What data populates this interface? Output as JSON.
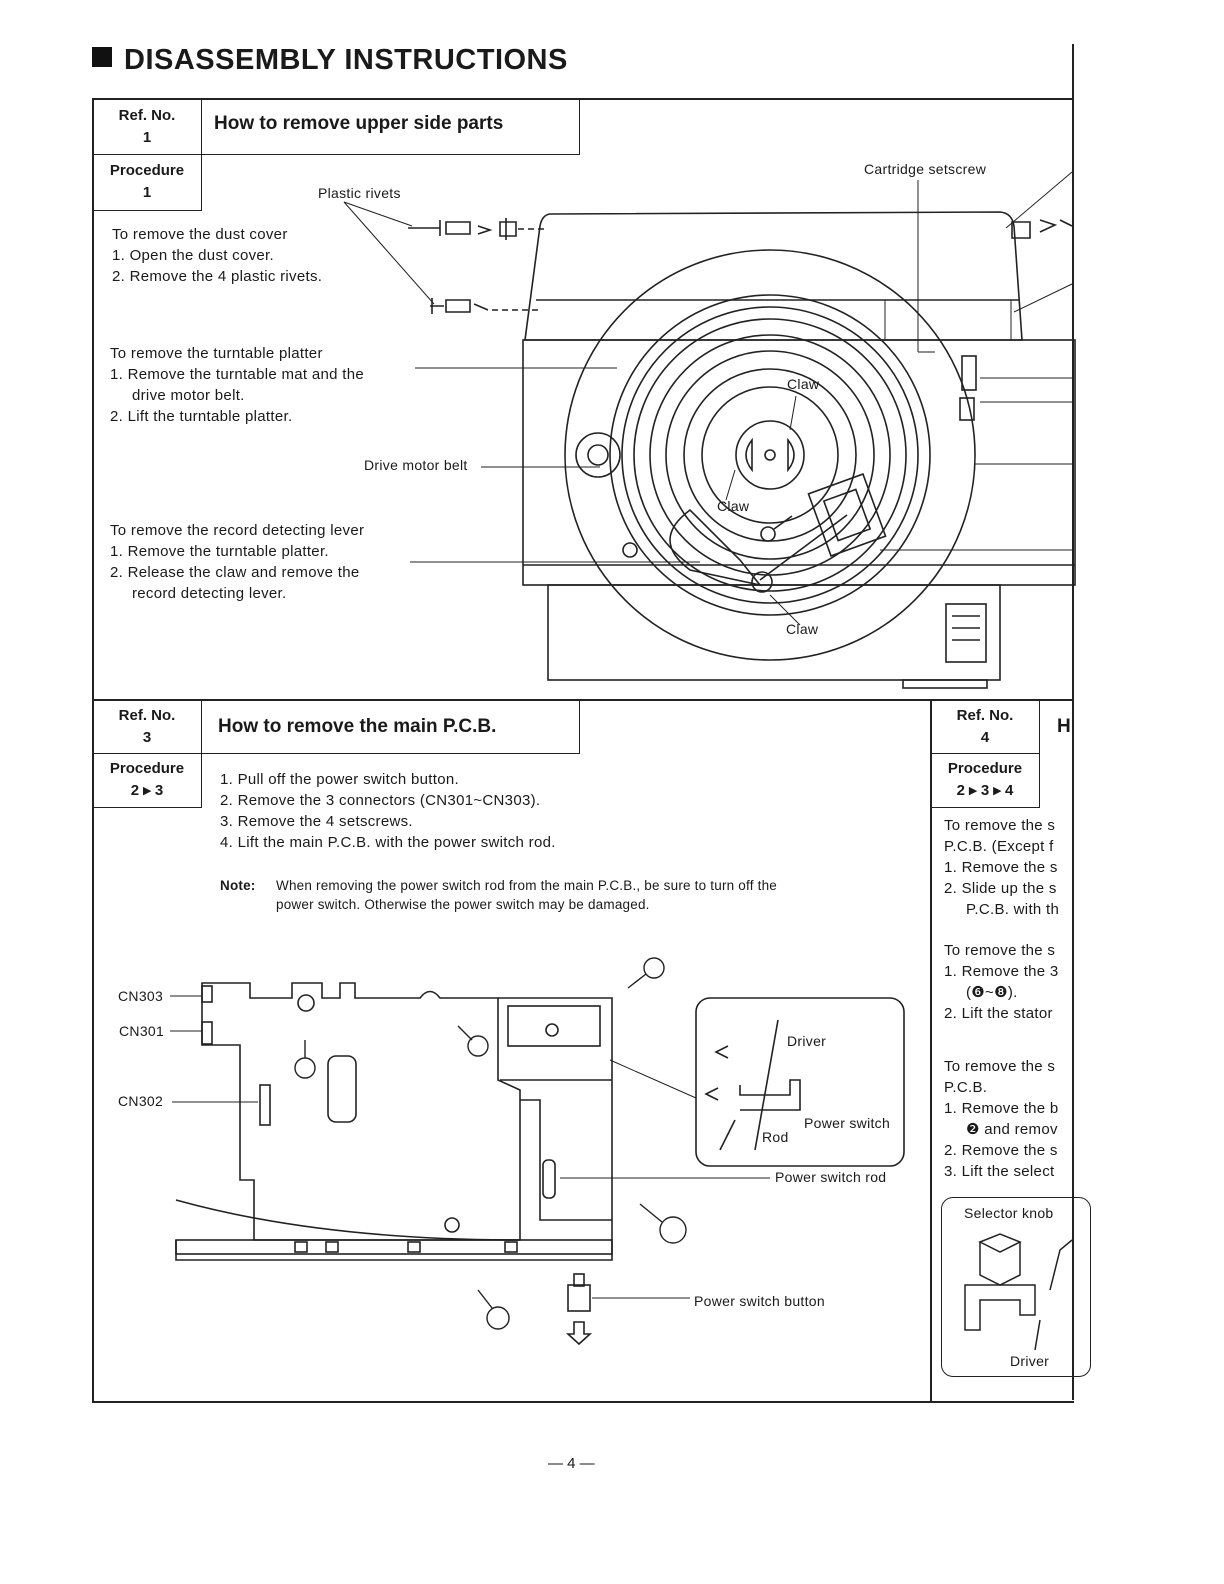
{
  "page": {
    "title": "DISASSEMBLY INSTRUCTIONS",
    "page_number": "— 4 —"
  },
  "section1": {
    "ref_label": "Ref. No.",
    "ref_no": "1",
    "heading": "How to remove upper side parts",
    "proc_label": "Procedure",
    "proc_no": "1",
    "dust_cover": {
      "title": "To remove the dust cover",
      "steps": [
        "1.  Open the dust cover.",
        "2.  Remove the 4 plastic rivets."
      ]
    },
    "platter": {
      "title": "To remove the turntable platter",
      "steps": [
        "1.  Remove the turntable mat and the",
        "drive motor belt.",
        "2.  Lift the turntable platter."
      ]
    },
    "lever": {
      "title": "To remove the record detecting lever",
      "steps": [
        "1.  Remove the turntable platter.",
        "2.  Release the claw and remove the",
        "record detecting lever."
      ]
    },
    "labels": {
      "plastic_rivets": "Plastic rivets",
      "cartridge_setscrew": "Cartridge setscrew",
      "drive_motor_belt": "Drive motor belt",
      "claw_top": "Claw",
      "claw_mid": "Claw",
      "claw_bottom": "Claw"
    }
  },
  "section3": {
    "ref_label": "Ref. No.",
    "ref_no": "3",
    "heading": "How to remove the main P.C.B.",
    "proc_label": "Procedure",
    "proc_no": "2 ▸ 3",
    "steps": [
      "1.  Pull off the power switch button.",
      "2.  Remove the 3 connectors (CN301~CN303).",
      "3.  Remove the 4 setscrews.",
      "4.  Lift the main P.C.B. with the power switch rod."
    ],
    "note_label": "Note:",
    "note_line1": "When removing the power switch rod from the main P.C.B., be sure to turn off the",
    "note_line2": "power switch. Otherwise the power switch may be damaged.",
    "labels": {
      "cn303": "CN303",
      "cn301": "CN301",
      "cn302": "CN302",
      "driver": "Driver",
      "power_switch": "Power switch",
      "rod": "Rod",
      "power_switch_rod": "Power switch rod",
      "power_switch_button": "Power switch button"
    }
  },
  "section4": {
    "ref_label": "Ref. No.",
    "ref_no": "4",
    "heading_fragment": "H",
    "proc_label": "Procedure",
    "proc_no": "2 ▸ 3 ▸ 4",
    "lines_a": [
      "To remove the s",
      "P.C.B. (Except f",
      "1.  Remove the s",
      "2.  Slide up the s",
      "P.C.B. with th"
    ],
    "lines_b": [
      "To remove the s",
      "1.  Remove the 3",
      "(❻~❽).",
      "2.  Lift the stator"
    ],
    "lines_c": [
      "To remove the s",
      "P.C.B.",
      "1.  Remove the b",
      "❷ and remov",
      "2.  Remove the s",
      "3.  Lift the select"
    ],
    "labels": {
      "selector_knob": "Selector knob",
      "driver": "Driver"
    }
  }
}
